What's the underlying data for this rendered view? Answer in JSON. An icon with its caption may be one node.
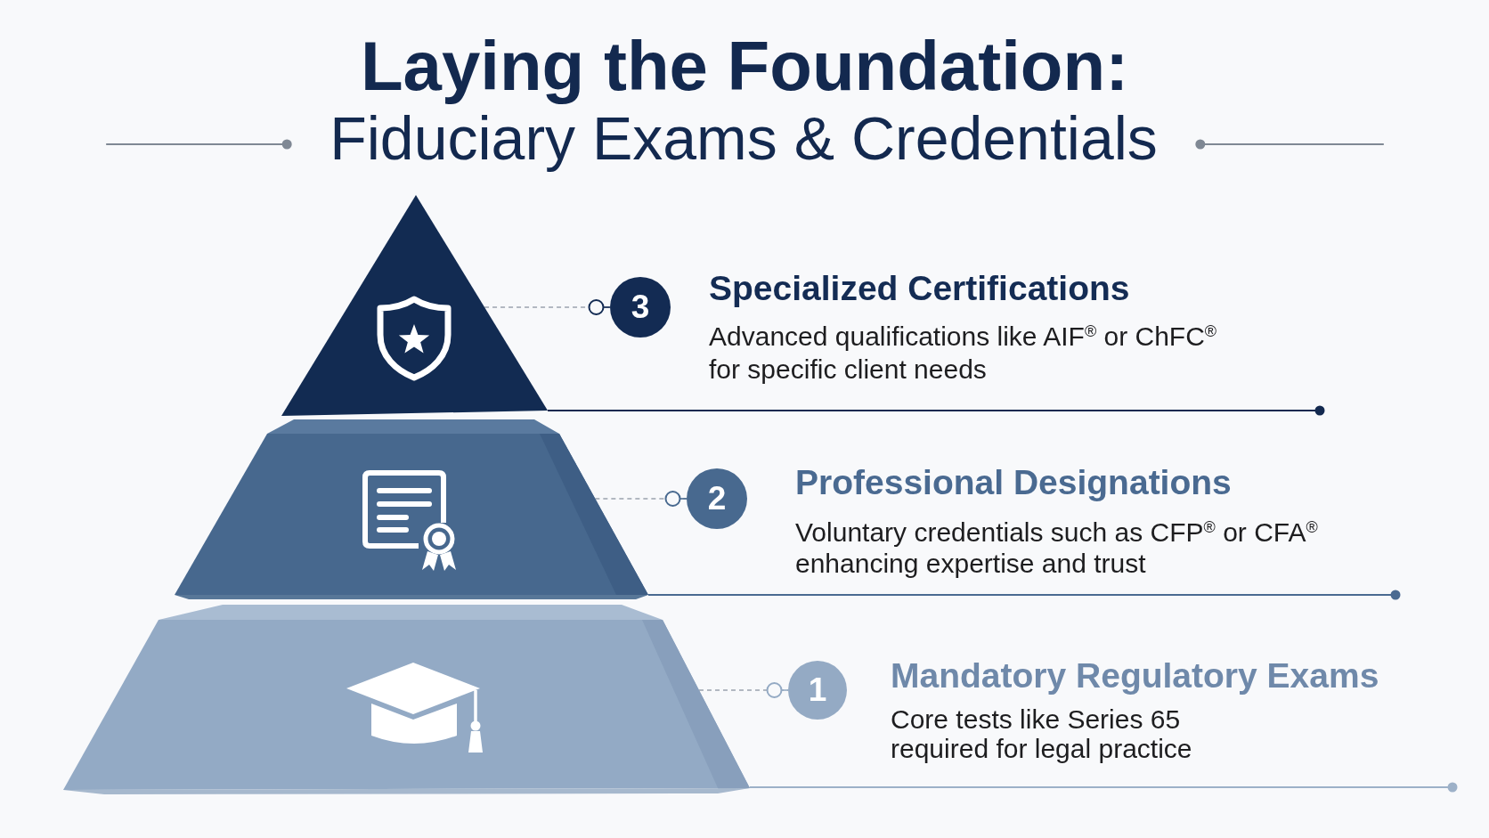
{
  "diagram": {
    "title": "Laying the Foundation:",
    "nodes": [
      {
        "text": [],
        "shape": "triangle"
      },
      {
        "text": [
          "3"
        ],
        "beside": [
          "Specialized Certifications",
          "Advanced qualifications like AIF$^{®}$ or ChFC$^{®}$ for specific client needs"
        ]
      },
      {
        "text": [],
        "shape": "trapezoid"
      },
      {
        "text": [
          "2"
        ],
        "beside": [
          "Professional Designations",
          "Voluntary credentials such as CFP$^{®}$ or CFA$^{®}$ enhancing expertise and trust"
        ]
      },
      {
        "text": [],
        "shape": "trapezoid"
      },
      {
        "text": [
          "1"
        ],
        "beside": [
          "Mandatory Regulatory Exams",
          "Core tests like Series 65 required for legal practice"
        ]
      }
    ],
    "edges": [
      {
        "from": 0,
        "to": 1,
        "arrow": "other",
        "style": "dashed"
      },
      {
        "from": 2,
        "to": 3,
        "arrow": "other",
        "style": "dashed"
      },
      {
        "from": 4,
        "to": 5,
        "arrow": "other",
        "style": "dashed"
      }
    ],
    "labels": [
      "Fiduciary Exams & Credentials"
    ]
  }
}
